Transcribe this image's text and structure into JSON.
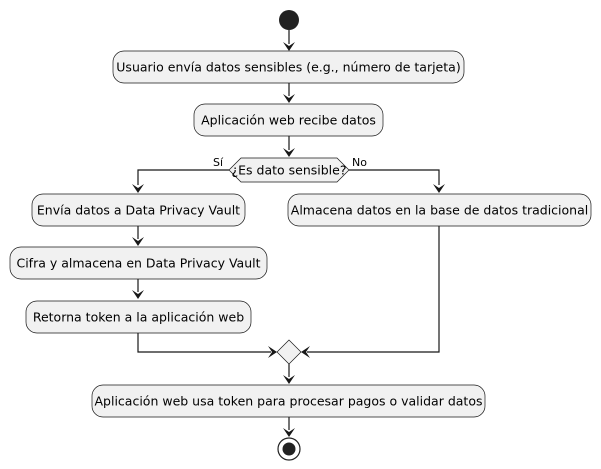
{
  "diagram": {
    "steps": {
      "send_data": "Usuario envía datos sensibles (e.g., número de tarjeta)",
      "receive": "Aplicación web recibe datos",
      "send_vault": "Envía datos a Data Privacy Vault",
      "encrypt": "Cifra y almacena en Data Privacy Vault",
      "return_token": "Retorna token a la aplicación web",
      "store_db": "Almacena datos en la base de datos tradicional",
      "use_token": "Aplicación web usa token para procesar pagos o validar datos"
    },
    "decision": {
      "question": "¿Es dato sensible?",
      "yes": "Sí",
      "no": "No"
    }
  }
}
